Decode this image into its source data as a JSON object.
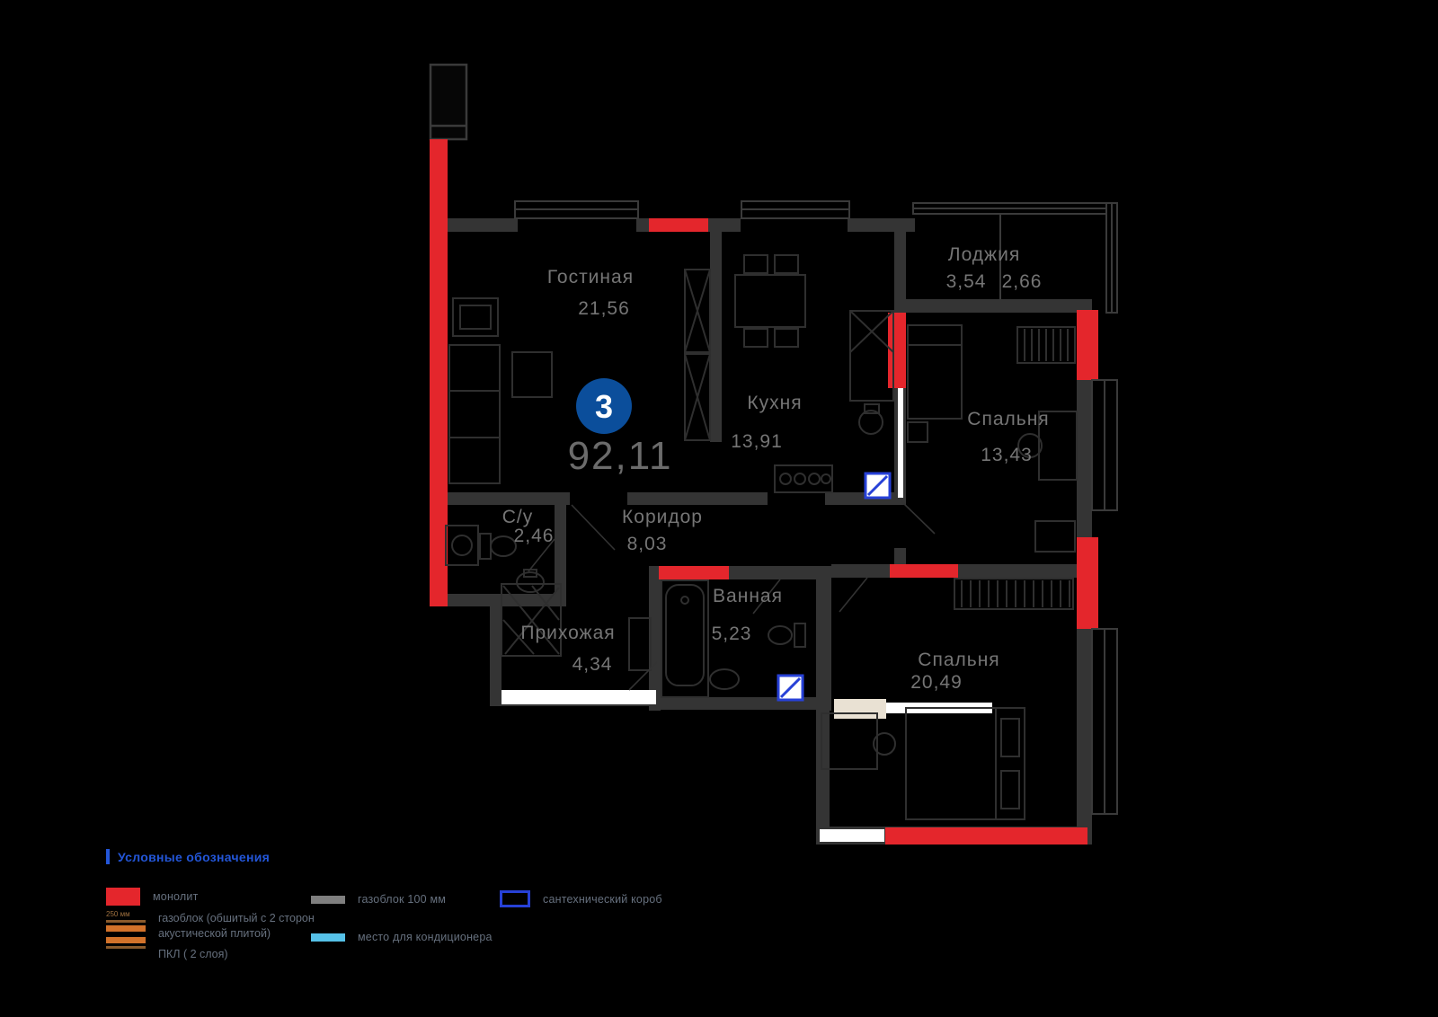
{
  "plan": {
    "badge": "3",
    "total_area": "92,11",
    "rooms": [
      {
        "name": "Гостиная",
        "area": "21,56"
      },
      {
        "name": "Кухня",
        "area": "13,91"
      },
      {
        "name": "Лоджия",
        "area_a": "3,54",
        "area_b": "2,66"
      },
      {
        "name": "Спальня",
        "area": "13,43"
      },
      {
        "name": "С/у",
        "area": "2,46"
      },
      {
        "name": "Коридор",
        "area": "8,03"
      },
      {
        "name": "Ванная",
        "area": "5,23"
      },
      {
        "name": "Прихожая",
        "area": "4,34"
      },
      {
        "name": "Спальня",
        "area": "20,49"
      }
    ]
  },
  "legend": {
    "title": "Условные обозначения",
    "items": [
      {
        "label": "монолит"
      },
      {
        "label": "газоблок 100 мм"
      },
      {
        "label": "сантехнический короб"
      },
      {
        "label": "газоблок (обшитый с 2 сторон",
        "label2": "акустической плитой)",
        "label3": "ПКЛ ( 2 слоя)",
        "dim": "250 мм"
      },
      {
        "label": "место для кондиционера"
      }
    ]
  },
  "colors": {
    "background": "#000000",
    "monolith_red": "#e4262c",
    "wall_gray": "#343434",
    "label_gray": "#757575",
    "badge_blue": "#0b4e9b",
    "legend_blue": "#2356d8",
    "plumbing_blue": "#2741d7",
    "ac_blue": "#56c1e8",
    "acoustic_brown": "#8a5a2b",
    "acoustic_orange": "#d2722a"
  }
}
